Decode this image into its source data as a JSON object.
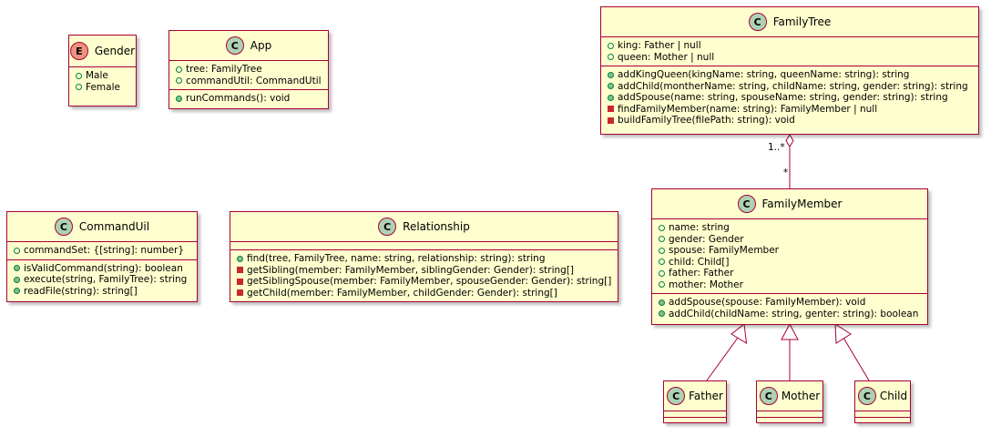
{
  "colors": {
    "class_fill": "#FEFECE",
    "border": "#A80036",
    "class_badge": "#ADD1B2",
    "enum_badge": "#EB937F",
    "public_marker": "#84BE84",
    "private_marker": "#C82930"
  },
  "classes": {
    "gender": {
      "stereotype": "E",
      "name": "Gender",
      "fields": [
        {
          "vis": "+",
          "text": "Male"
        },
        {
          "vis": "+",
          "text": "Female"
        }
      ]
    },
    "app": {
      "stereotype": "C",
      "name": "App",
      "fields": [
        {
          "vis": "+",
          "text": "tree: FamilyTree"
        },
        {
          "vis": "+",
          "text": "commandUtil: CommandUtil"
        }
      ],
      "methods": [
        {
          "vis": "+",
          "text": "runCommands(): void"
        }
      ]
    },
    "familytree": {
      "stereotype": "C",
      "name": "FamilyTree",
      "fields": [
        {
          "vis": "+",
          "text": "king: Father | null"
        },
        {
          "vis": "+",
          "text": "queen: Mother | null"
        }
      ],
      "methods": [
        {
          "vis": "+",
          "text": "addKingQueen(kingName: string, queenName: string): string"
        },
        {
          "vis": "+",
          "text": "addChild(montherName: string, childName: string, gender: string): string"
        },
        {
          "vis": "+",
          "text": "addSpouse(name: string, spouseName: string, gender: string): string"
        },
        {
          "vis": "-",
          "text": "findFamilyMember(name: string): FamilyMember | null"
        },
        {
          "vis": "-",
          "text": "buildFamilyTree(filePath: string): void"
        }
      ]
    },
    "commanduil": {
      "stereotype": "C",
      "name": "CommandUil",
      "fields": [
        {
          "vis": "+",
          "text": "commandSet: {[string]: number}"
        }
      ],
      "methods": [
        {
          "vis": "+",
          "text": "isValidCommand(string): boolean"
        },
        {
          "vis": "+",
          "text": "execute(string, FamilyTree): string"
        },
        {
          "vis": "+",
          "text": "readFile(string): string[]"
        }
      ]
    },
    "relationship": {
      "stereotype": "C",
      "name": "Relationship",
      "fields": [],
      "methods": [
        {
          "vis": "+",
          "text": "find(tree, FamilyTree, name: string, relationship: string): string"
        },
        {
          "vis": "-",
          "text": "getSibling(member: FamilyMember, siblingGender: Gender): string[]"
        },
        {
          "vis": "-",
          "text": "getSiblingSpouse(member: FamilyMember, spouseGender: Gender): string[]"
        },
        {
          "vis": "-",
          "text": "getChild(member: FamilyMember, childGender: Gender): string[]"
        }
      ]
    },
    "familymember": {
      "stereotype": "C",
      "name": "FamilyMember",
      "fields": [
        {
          "vis": "+",
          "text": "name: string"
        },
        {
          "vis": "+",
          "text": "gender: Gender"
        },
        {
          "vis": "+",
          "text": "spouse: FamilyMember"
        },
        {
          "vis": "+",
          "text": "child: Child[]"
        },
        {
          "vis": "+",
          "text": "father: Father"
        },
        {
          "vis": "+",
          "text": "mother: Mother"
        }
      ],
      "methods": [
        {
          "vis": "+",
          "text": "addSpouse(spouse: FamilyMember): void"
        },
        {
          "vis": "+",
          "text": "addChild(childName: string, genter: string): boolean"
        }
      ]
    },
    "father": {
      "stereotype": "C",
      "name": "Father"
    },
    "mother": {
      "stereotype": "C",
      "name": "Mother"
    },
    "child": {
      "stereotype": "C",
      "name": "Child"
    }
  },
  "relations": {
    "tree_members": {
      "type": "aggregation",
      "from": "FamilyTree",
      "to": "FamilyMember",
      "source_multiplicity": "1..*",
      "target_multiplicity": "*"
    },
    "father_inherits": {
      "type": "inheritance",
      "from": "Father",
      "to": "FamilyMember"
    },
    "mother_inherits": {
      "type": "inheritance",
      "from": "Mother",
      "to": "FamilyMember"
    },
    "child_inherits": {
      "type": "inheritance",
      "from": "Child",
      "to": "FamilyMember"
    }
  }
}
